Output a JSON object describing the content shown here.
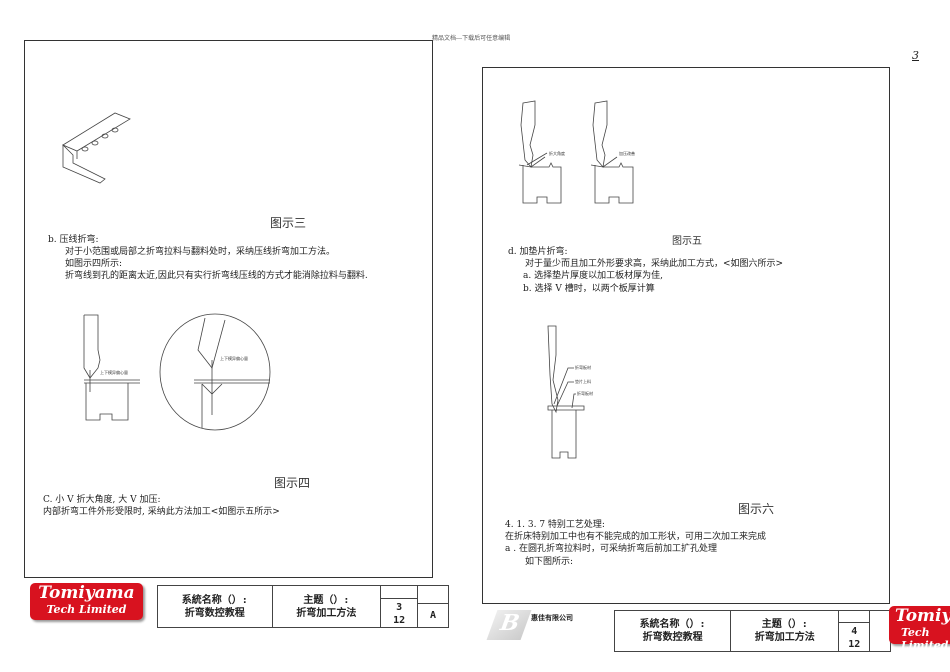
{
  "header": {
    "watermark": "精品文档---下载后可任意编辑",
    "page_mark": "3"
  },
  "left": {
    "fig3": "图示三",
    "b_title": "b. 压线折弯:",
    "b_l1": "对于小范围或局部之折弯拉料与翻料处时，采纳压线折弯加工方法。",
    "b_l2": "如图示四所示:",
    "b_l3": "折弯线到孔的距离太近,因此只有实行折弯线压线的方式才能消除拉料与翻料.",
    "fig4_label": "上下模异偏心量",
    "fig4": "图示四",
    "c_title": "C. 小 V 折大角度, 大 V 加压:",
    "c_l1": "内部折弯工件外形受限时, 采纳此方法加工<如图示五所示>"
  },
  "right": {
    "fig5_label1": "折大角度",
    "fig5_label2": "加压改善",
    "fig5": "图示五",
    "d_title": "d.    加垫片折弯:",
    "d_l1": "对于量少而且加工外形要求高，采纳此加工方式，<如图六所示>",
    "d_a": "a.  选择垫片厚度以加工板材厚为佳,",
    "d_b": "b.  选择 V 槽时，以两个板厚计算",
    "fig6_labels": [
      "折弯板材",
      "垫片上料",
      "折弯板材"
    ],
    "fig6": "图示六",
    "s_title": "4. 1. 3. 7 特别工艺处理:",
    "s_l1": " 在折床特别加工中也有不能完成的加工形状，可用二次加工来完成",
    "s_a": "a .    在圆孔折弯拉料时，可采纳折弯后前加工扩孔处理",
    "s_l2": "如下图所示:"
  },
  "titleblock_left": {
    "system_label": "系統名称（）:",
    "system": "折弯数控教程",
    "topic_label": "主题（）:",
    "topic": "折弯加工方法",
    "page": "3",
    "total": "12",
    "rev": "A"
  },
  "titleblock_right": {
    "system_label": "系統名称（）:",
    "system": "折弯数控教程",
    "topic_label": "主题（）:",
    "topic": "折弯加工方法",
    "page": "4",
    "total": "12"
  },
  "logo": {
    "line1": "Tomiyama",
    "line2": "Tech Limited",
    "company": "惠佳有限公司"
  },
  "colors": {
    "logo_red": "#d8121f"
  }
}
